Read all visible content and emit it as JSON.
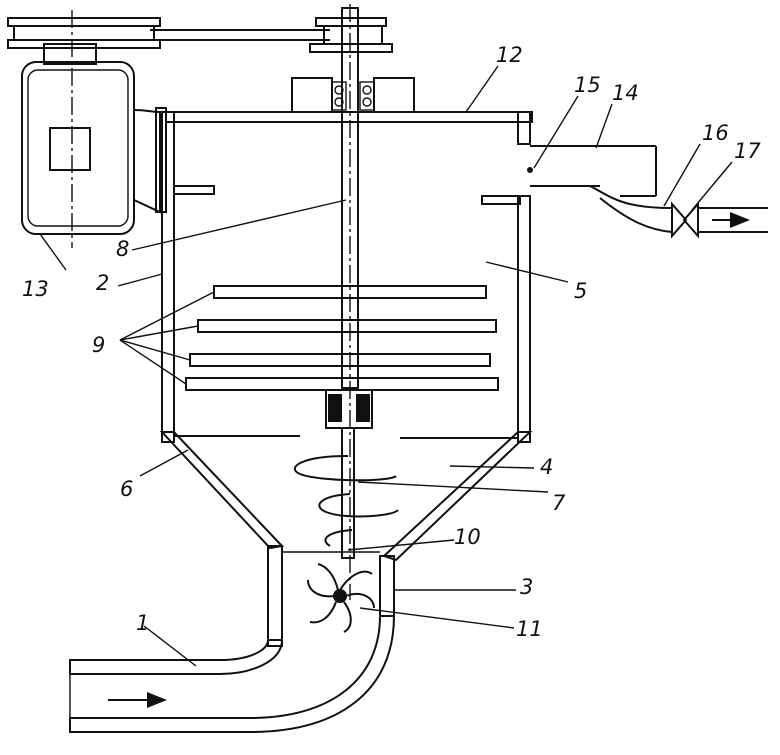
{
  "diagram": {
    "labels": {
      "l1": "1",
      "l2": "2",
      "l3": "3",
      "l4": "4",
      "l5": "5",
      "l6": "6",
      "l7": "7",
      "l8": "8",
      "l9": "9",
      "l10": "10",
      "l11": "11",
      "l12": "12",
      "l13": "13",
      "l14": "14",
      "l15": "15",
      "l16": "16",
      "l17": "17"
    }
  }
}
